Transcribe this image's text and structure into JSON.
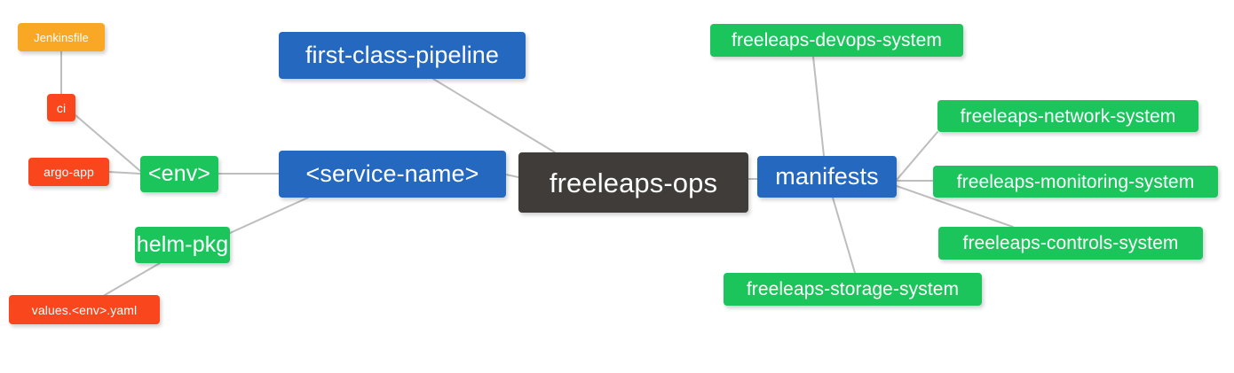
{
  "diagram": {
    "type": "mindmap",
    "root": "freeleaps-ops",
    "background": "#ffffff",
    "edge_color": "#bdbdbd",
    "palette": {
      "root": "#403c3a",
      "blue": "#2468c0",
      "green": "#1cc45c",
      "orange": "#f9a826",
      "red": "#f9461c",
      "text": "#ffffff"
    }
  },
  "nodes": {
    "root": {
      "label": "freeleaps-ops",
      "color": "#403c3a"
    },
    "service_name": {
      "label": "<service-name>",
      "color": "#2468c0"
    },
    "first_class_pipeline": {
      "label": "first-class-pipeline",
      "color": "#2468c0"
    },
    "env": {
      "label": "<env>",
      "color": "#1cc45c"
    },
    "helm_pkg": {
      "label": "helm-pkg",
      "color": "#1cc45c"
    },
    "ci": {
      "label": "ci",
      "color": "#f9461c"
    },
    "argo_app": {
      "label": "argo-app",
      "color": "#f9461c"
    },
    "jenkinsfile": {
      "label": "Jenkinsfile",
      "color": "#f9a826"
    },
    "values_yaml": {
      "label": "values.<env>.yaml",
      "color": "#f9461c"
    },
    "manifests": {
      "label": "manifests",
      "color": "#2468c0"
    },
    "devops_system": {
      "label": "freeleaps-devops-system",
      "color": "#1cc45c"
    },
    "network_system": {
      "label": "freeleaps-network-system",
      "color": "#1cc45c"
    },
    "monitoring_system": {
      "label": "freeleaps-monitoring-system",
      "color": "#1cc45c"
    },
    "controls_system": {
      "label": "freeleaps-controls-system",
      "color": "#1cc45c"
    },
    "storage_system": {
      "label": "freeleaps-storage-system",
      "color": "#1cc45c"
    }
  },
  "edges": [
    {
      "from": "root",
      "to": "service_name"
    },
    {
      "from": "root",
      "to": "first_class_pipeline"
    },
    {
      "from": "root",
      "to": "manifests"
    },
    {
      "from": "service_name",
      "to": "env"
    },
    {
      "from": "service_name",
      "to": "helm_pkg"
    },
    {
      "from": "env",
      "to": "ci"
    },
    {
      "from": "env",
      "to": "argo_app"
    },
    {
      "from": "ci",
      "to": "jenkinsfile"
    },
    {
      "from": "helm_pkg",
      "to": "values_yaml"
    },
    {
      "from": "manifests",
      "to": "devops_system"
    },
    {
      "from": "manifests",
      "to": "network_system"
    },
    {
      "from": "manifests",
      "to": "monitoring_system"
    },
    {
      "from": "manifests",
      "to": "controls_system"
    },
    {
      "from": "manifests",
      "to": "storage_system"
    }
  ]
}
